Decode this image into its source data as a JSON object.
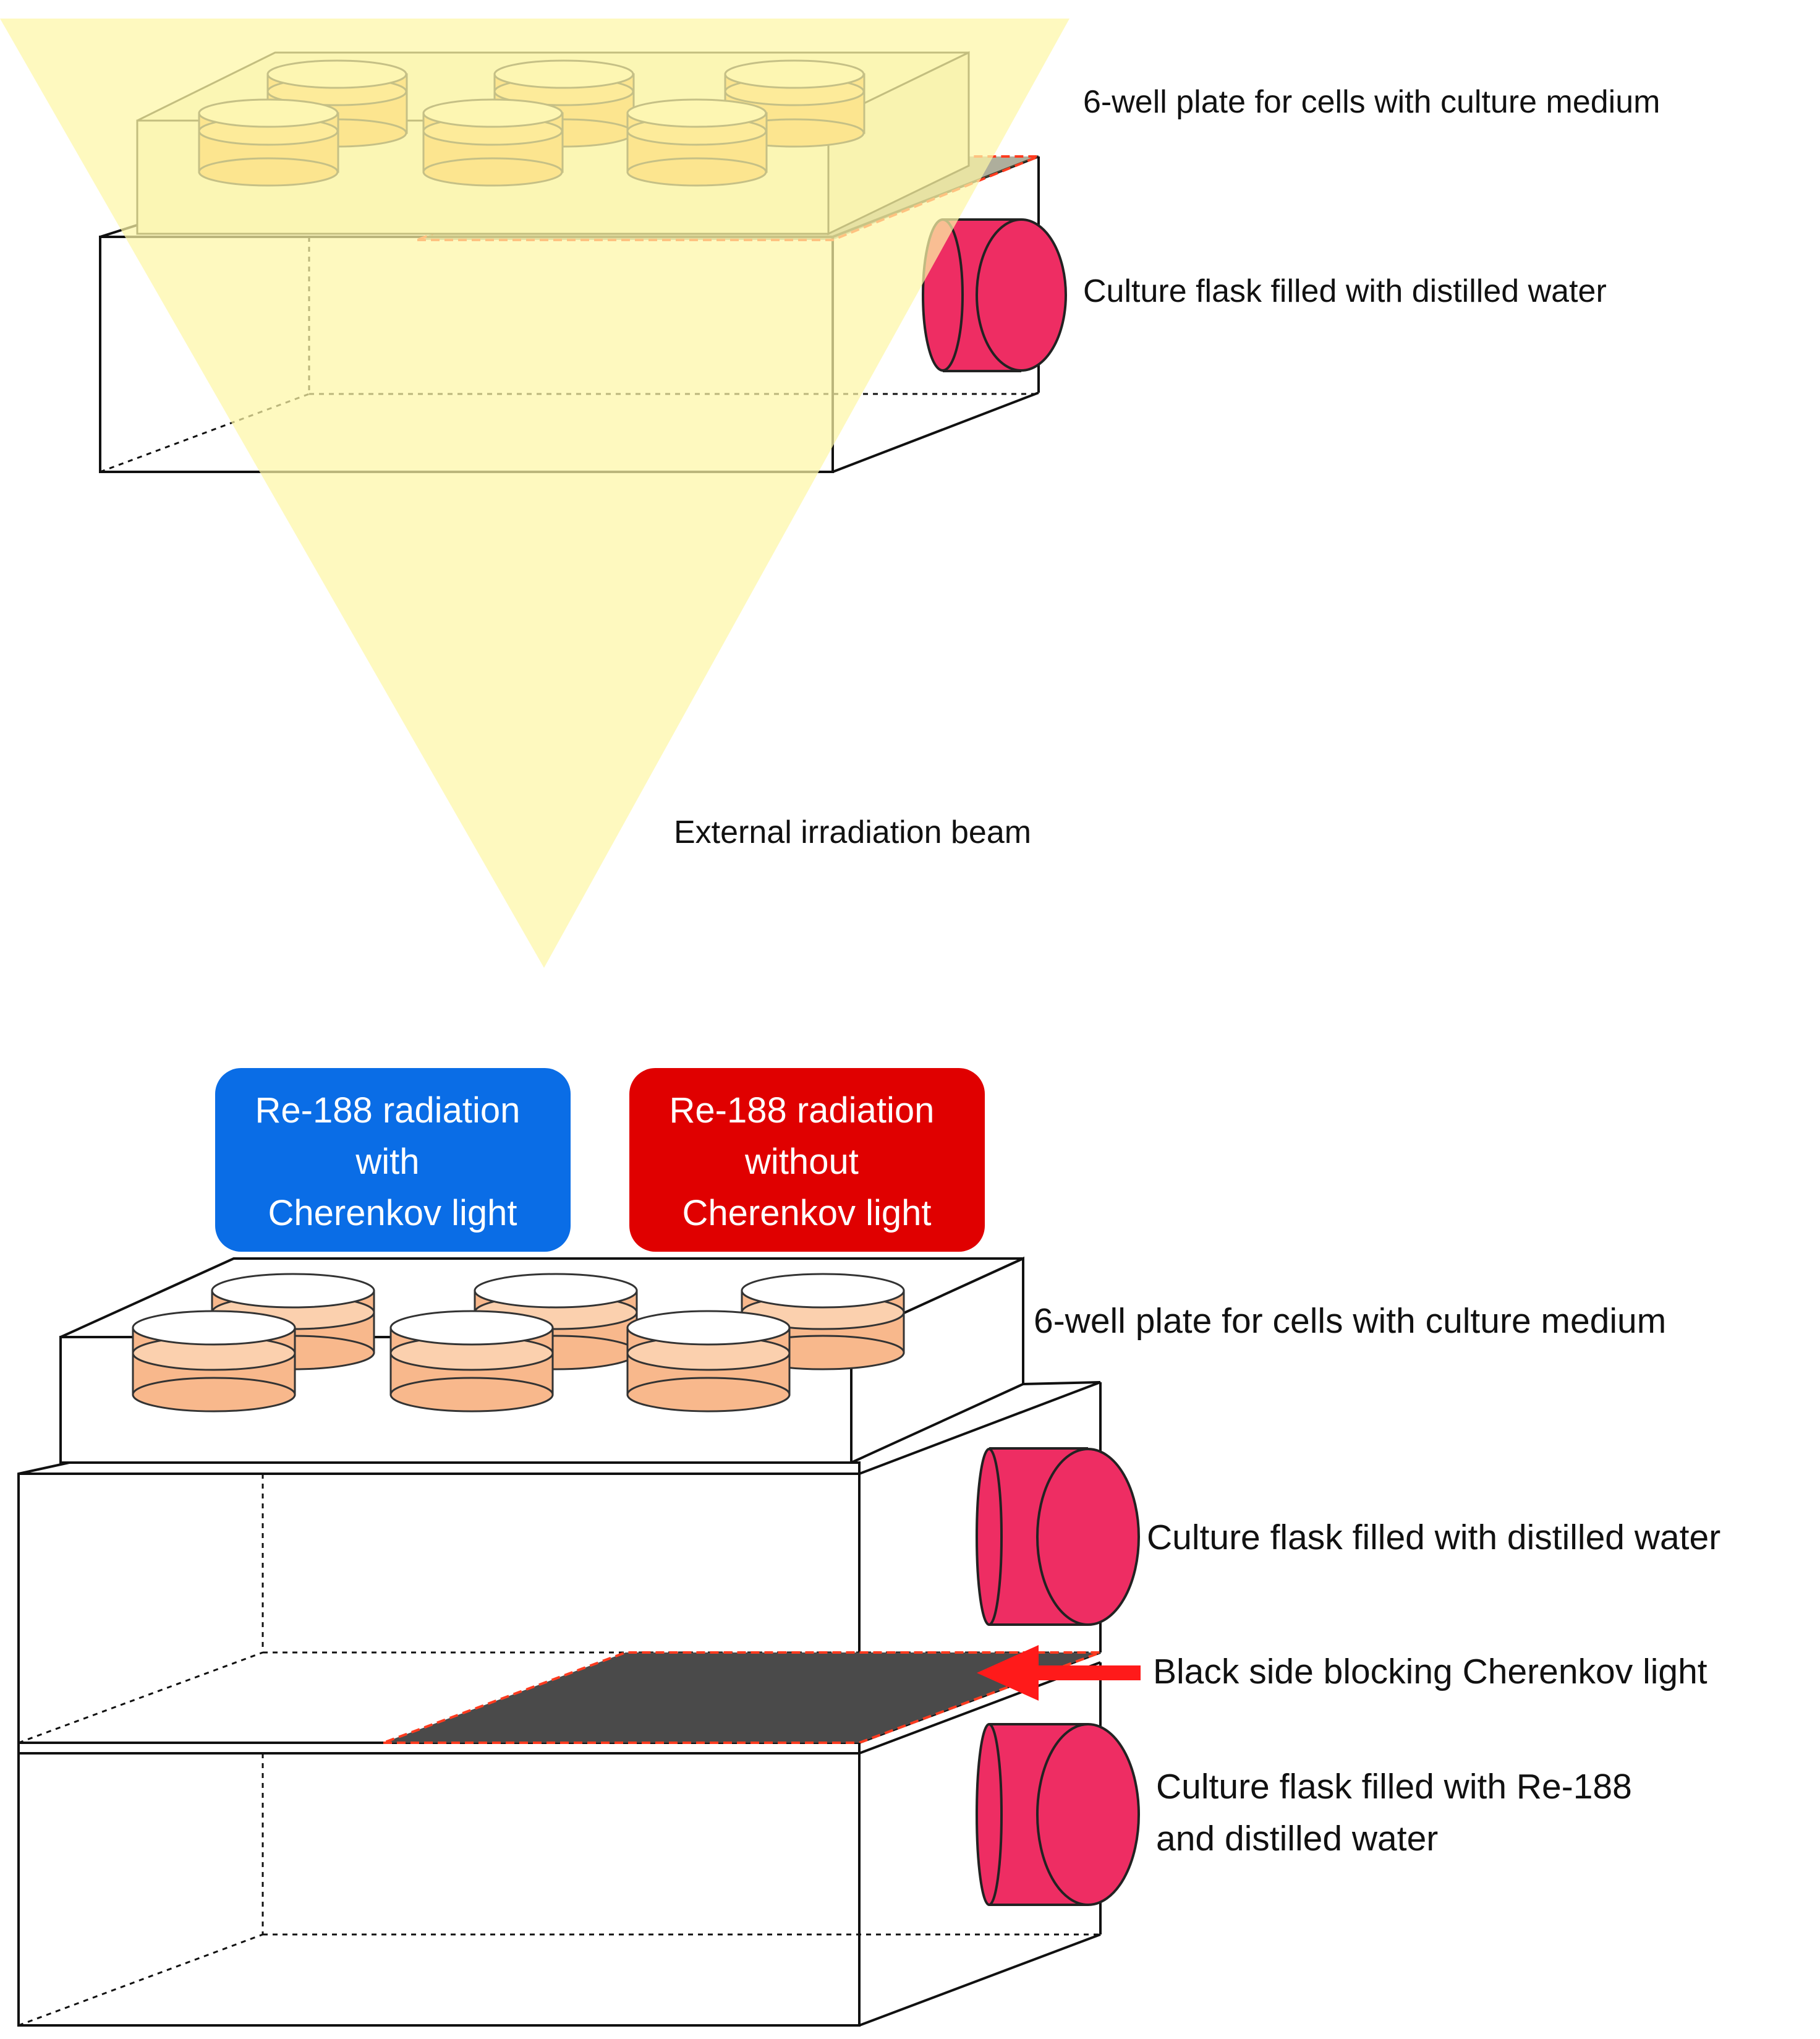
{
  "top": {
    "plate_label": "6-well plate for cells with culture medium",
    "flask_label": "Culture flask filled with distilled water",
    "beam_label": "External irradiation beam"
  },
  "bottom": {
    "blue_box": [
      "Re-188 radiation",
      "with",
      "Cherenkov light"
    ],
    "red_box": [
      "Re-188 radiation",
      "without",
      "Cherenkov light"
    ],
    "plate_label": "6-well plate for cells with culture medium",
    "flask_water_label": "Culture flask filled with distilled water",
    "black_side_label": "Black side blocking Cherenkov light",
    "flask_re188_label": [
      "Culture flask filled with Re-188",
      "and distilled water"
    ]
  },
  "colors": {
    "beam": "#fdf7a6",
    "medium_top": "#f6b654",
    "medium_bottom": "#f8b88c",
    "flask_cap": "#ee2d63",
    "blue_box": "#0a6de6",
    "red_box": "#e00000",
    "black_side": "#4a4a4a",
    "dashed_outline": "#ff3b1f",
    "arrow": "#ff1a1a"
  }
}
